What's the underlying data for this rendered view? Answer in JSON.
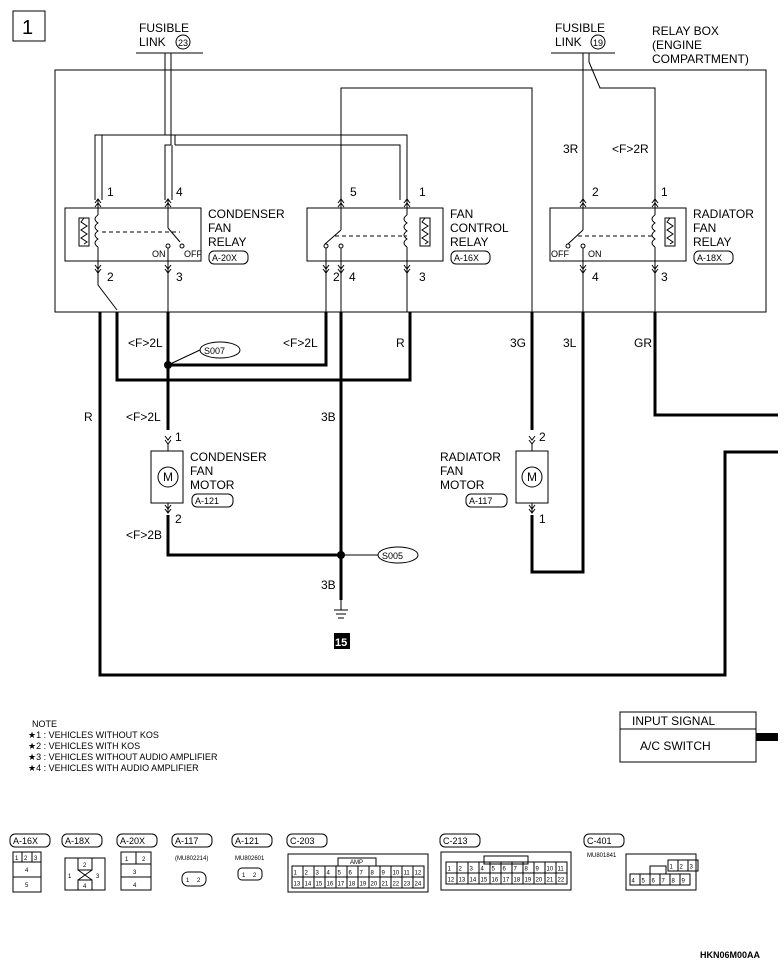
{
  "page_number": "1",
  "fusible_link_23": {
    "line1": "FUSIBLE",
    "line2": "LINK",
    "num": "23"
  },
  "fusible_link_19": {
    "line1": "FUSIBLE",
    "line2": "LINK",
    "num": "19"
  },
  "relay_box": {
    "line1": "RELAY BOX",
    "line2": "(ENGINE",
    "line3": "COMPARTMENT)"
  },
  "condenser_fan_relay": {
    "line1": "CONDENSER",
    "line2": "FAN",
    "line3": "RELAY",
    "code": "A-20X",
    "on": "ON",
    "off": "OFF",
    "pin1": "1",
    "pin4": "4",
    "pin2": "2",
    "pin3": "3"
  },
  "fan_control_relay": {
    "line1": "FAN",
    "line2": "CONTROL",
    "line3": "RELAY",
    "code": "A-16X",
    "pin5": "5",
    "pin1": "1",
    "pin2": "2",
    "pin4": "4",
    "pin3": "3"
  },
  "radiator_fan_relay": {
    "line1": "RADIATOR",
    "line2": "FAN",
    "line3": "RELAY",
    "code": "A-18X",
    "on": "ON",
    "off": "OFF",
    "pin2": "2",
    "pin1": "1",
    "pin4": "4",
    "pin3": "3"
  },
  "condenser_fan_motor": {
    "line1": "CONDENSER",
    "line2": "FAN",
    "line3": "MOTOR",
    "code": "A-121",
    "symbol": "M",
    "pin1": "1",
    "pin2": "2"
  },
  "radiator_fan_motor": {
    "line1": "RADIATOR",
    "line2": "FAN",
    "line3": "MOTOR",
    "code": "A-117",
    "symbol": "M",
    "pin2": "2",
    "pin1": "1"
  },
  "wire_labels": {
    "r3": "3R",
    "f2r": "<F>2R",
    "f2l_a": "<F>2L",
    "f2l_b": "<F>2L",
    "r_a": "R",
    "g3": "3G",
    "l3": "3L",
    "gr": "GR",
    "r_b": "R",
    "f2l_c": "<F>2L",
    "b3_a": "3B",
    "f2b": "<F>2B",
    "b3_b": "3B"
  },
  "splices": {
    "s007": "S007",
    "s005": "S005"
  },
  "ground_number": "15",
  "input_signal": {
    "title": "INPUT SIGNAL",
    "item": "A/C SWITCH"
  },
  "notes": {
    "title": "NOTE",
    "lines": [
      "★1 : VEHICLES WITHOUT KOS",
      "★2 : VEHICLES WITH KOS",
      "★3 : VEHICLES WITHOUT AUDIO AMPLIFIER",
      "★4 : VEHICLES WITH AUDIO AMPLIFIER"
    ]
  },
  "connectors": [
    {
      "code": "A-16X",
      "pins": [
        "1",
        "2",
        "3",
        "4",
        "5"
      ]
    },
    {
      "code": "A-18X",
      "pins": [
        "1",
        "2",
        "3",
        "4"
      ]
    },
    {
      "code": "A-20X",
      "pins": [
        "1",
        "2",
        "3",
        "4"
      ]
    },
    {
      "code": "A-117",
      "part": "(MU802214)",
      "pins": [
        "1",
        "2"
      ]
    },
    {
      "code": "A-121",
      "part": "MU802601",
      "pins": [
        "1",
        "2"
      ]
    },
    {
      "code": "C-203",
      "label": "AMP",
      "row1": [
        "1",
        "2",
        "3",
        "4",
        "5",
        "6",
        "7",
        "8",
        "9",
        "10",
        "11",
        "12"
      ],
      "row2": [
        "13",
        "14",
        "15",
        "16",
        "17",
        "18",
        "19",
        "20",
        "21",
        "22",
        "23",
        "24"
      ]
    },
    {
      "code": "C-213",
      "row1": [
        "1",
        "2",
        "3",
        "4",
        "5",
        "6",
        "7",
        "8",
        "9",
        "10",
        "11"
      ],
      "row2": [
        "12",
        "13",
        "14",
        "15",
        "16",
        "17",
        "18",
        "19",
        "20",
        "21",
        "22"
      ]
    },
    {
      "code": "C-401",
      "part": "MU801841",
      "row1": [
        "1",
        "2",
        "3"
      ],
      "row2": [
        "4",
        "5",
        "6",
        "7",
        "8",
        "9"
      ]
    }
  ],
  "figure_code": "HKN06M00AA"
}
